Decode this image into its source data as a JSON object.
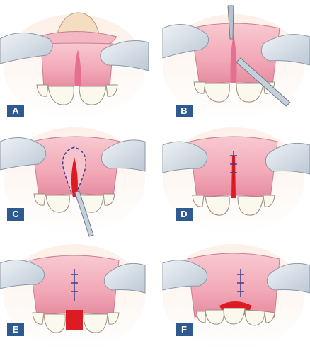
{
  "figure": {
    "panels": [
      {
        "label": "A"
      },
      {
        "label": "B"
      },
      {
        "label": "C"
      },
      {
        "label": "D"
      },
      {
        "label": "E"
      },
      {
        "label": "F"
      }
    ]
  },
  "colors": {
    "background": "#ffffff",
    "gum": "#f2a8b6",
    "gum_dark": "#d9788f",
    "lip": "#f4b8c3",
    "tooth": "#fbf8ee",
    "tooth_outline": "#9a8f7f",
    "finger": "#d8e1ea",
    "finger_outline": "#8b98a8",
    "frenum": "#e56f8e",
    "wound": "#dd1b22",
    "suture": "#3a3f8f",
    "label_bg": "#2f5a90",
    "label_text": "#ffffff"
  }
}
